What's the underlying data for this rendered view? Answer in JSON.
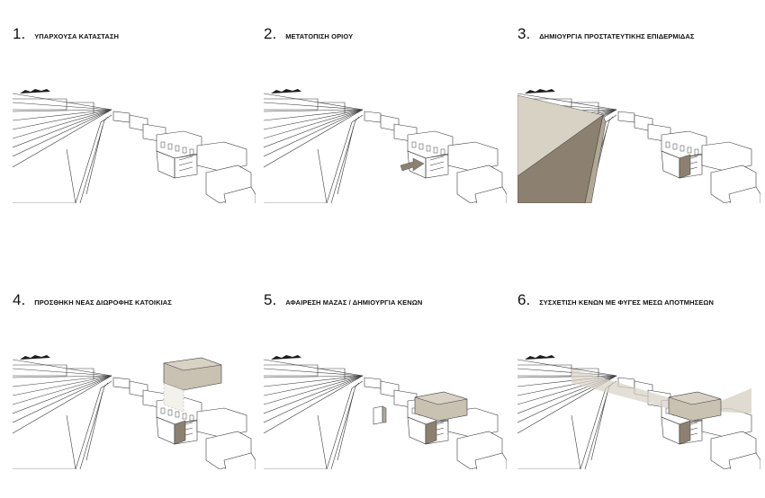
{
  "steps": [
    {
      "number": "1.",
      "title": "ΥΠΑΡΧΟΥΣΑ ΚΑΤΑΣΤΑΣΗ",
      "highlight": "none"
    },
    {
      "number": "2.",
      "title": "ΜΕΤΑΤΟΠΙΣΗ ΟΡΙΟΥ",
      "highlight": "arrow"
    },
    {
      "number": "3.",
      "title": "ΔΗΜΙΟΥΡΓΙΑ ΠΡΟΣΤΑΤΕΥΤΙΚΗΣ ΕΠΙΔΕΡΜΙΔΑΣ",
      "highlight": "skin"
    },
    {
      "number": "4.",
      "title": "ΠΡΟΣΘΗΚΗ ΝΕΑΣ ΔΙΩΡΟΦΗΣ ΚΑΤΟΙΚΙΑΣ",
      "highlight": "addition"
    },
    {
      "number": "5.",
      "title": "ΑΦΑΙΡΕΣΗ ΜΑΖΑΣ / ΔΗΜΙΟΥΡΓΙΑ ΚΕΝΩΝ",
      "highlight": "voids"
    },
    {
      "number": "6.",
      "title": "ΣΥΣΧΕΤΙΣΗ ΚΕΝΩΝ ΜΕ ΦΥΓΕΣ ΜΕΣΩ ΑΠΟΤΜΗΣΕΩΝ",
      "highlight": "vistas"
    }
  ],
  "colors": {
    "line": "#3a3a3a",
    "skin_dark": "#8c8170",
    "skin_mid": "#b1a796",
    "skin_light": "#d8d2c4",
    "mass": "#c9c1b1"
  }
}
